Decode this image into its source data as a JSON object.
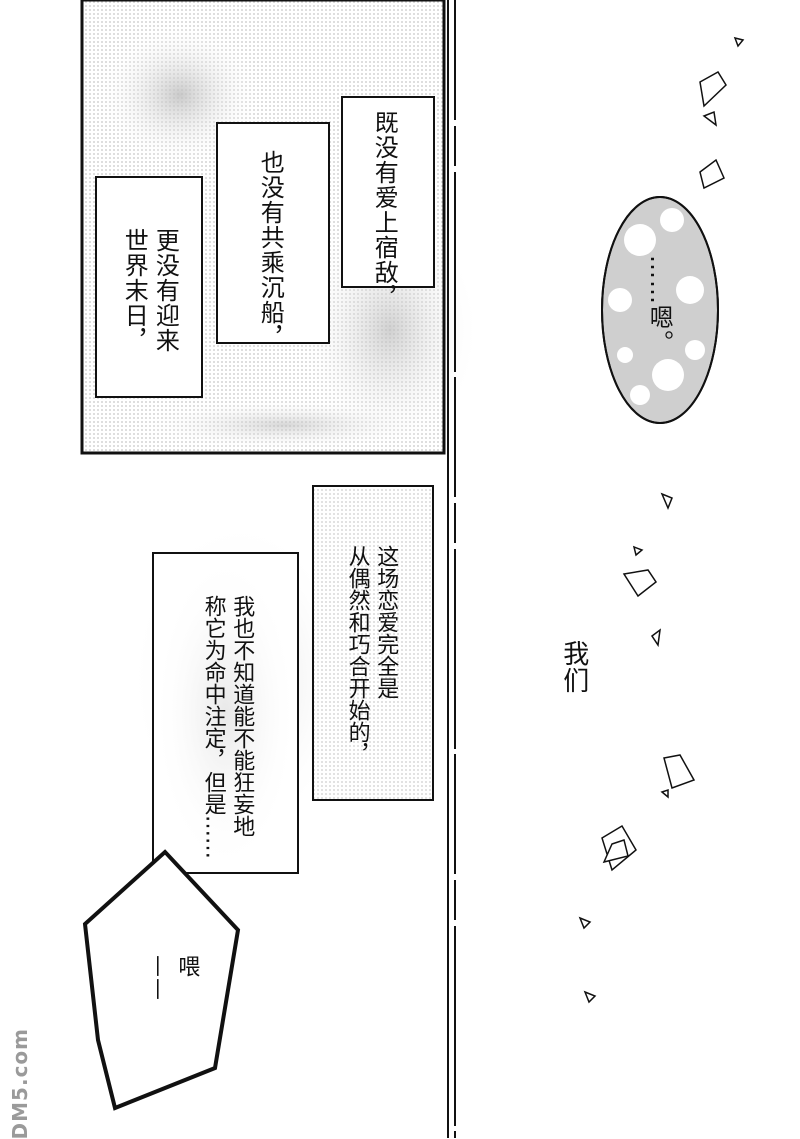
{
  "panel_top": {
    "captions": [
      "既没有爱上宿敌，",
      "也没有共乘沉船，",
      "更没有迎来\n世界末日，"
    ]
  },
  "speech_right": "……嗯。",
  "panel_bottom": {
    "captions": [
      "这场恋爱完全是\n从偶然和巧合开始的，",
      "我也不知道能不能狂妄地\n称它为命中注定，但是……"
    ],
    "speech_hey": "喂\n——"
  },
  "narration_right": "我们",
  "watermark": "DM5.com",
  "colors": {
    "line": "#111111",
    "tone": "#cfcfcf",
    "paper": "#ffffff"
  }
}
